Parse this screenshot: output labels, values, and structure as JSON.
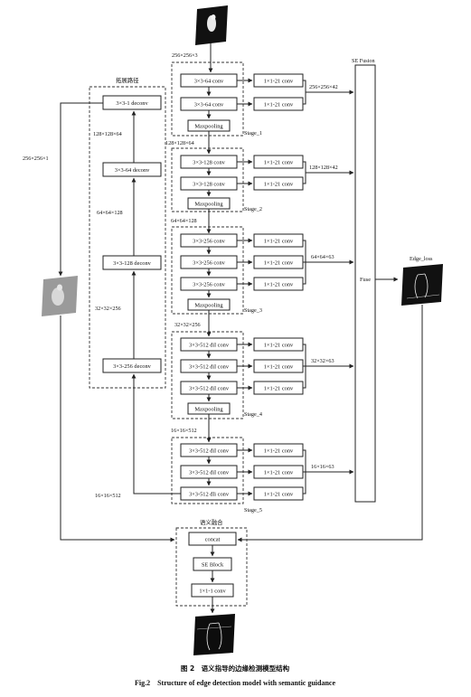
{
  "groups": {
    "expand_path": "拓展路径",
    "se_fusion": "SE Fusion",
    "semantic_fusion": "语义融合",
    "edge_loss": "Edge_loss"
  },
  "sizes": {
    "input": "256×256×3",
    "skip_top": "256×256×1",
    "s1_out": "128×128×64",
    "s2_out": "64×64×128",
    "s3_out": "32×32×256",
    "s4_out": "16×16×512",
    "side1": "256×256×42",
    "side2": "128×128×42",
    "side3": "64×64×63",
    "side4": "32×32×63",
    "side5": "16×16×63",
    "exp1": "128×128×64",
    "exp2": "64×64×128",
    "exp3": "32×32×256",
    "exp4": "16×16×512"
  },
  "stages": {
    "s1": {
      "label": "Stage_1",
      "convs": [
        "3×3-64 conv",
        "3×3-64 conv"
      ],
      "pool": "Maxpooling"
    },
    "s2": {
      "label": "Stage_2",
      "convs": [
        "3×3-128 conv",
        "3×3-128 conv"
      ],
      "pool": "Maxpooling"
    },
    "s3": {
      "label": "Stage_3",
      "convs": [
        "3×3-256 conv",
        "3×3-256 conv",
        "3×3-256 conv"
      ],
      "pool": "Maxpooling"
    },
    "s4": {
      "label": "Stage_4",
      "convs": [
        "3×3-512 dil conv",
        "3×3-512 dil conv",
        "3×3-512 dil conv"
      ],
      "pool": "Maxpooling"
    },
    "s5": {
      "label": "Stage_5",
      "convs": [
        "3×3-512 dil conv",
        "3×3-512 dil conv",
        "3×3-512 dli conv"
      ]
    }
  },
  "side_conv": "1×1-21 conv",
  "deconvs": [
    "3×3-1 deconv",
    "3×3-64 deconv",
    "3×3-128 deconv",
    "3×3-256 deconv"
  ],
  "fuse": "Fuse",
  "fusion": {
    "concat": "concat",
    "se_block": "SE Block",
    "conv": "1×1-1 conv"
  },
  "caption": {
    "cn": "图 2　语义指导的边缘检测模型结构",
    "en": "Fig.2　Structure of edge detection model with semantic guidance"
  },
  "colors": {
    "line": "#222222",
    "image_dark": "#111111",
    "image_gray": "#9a9a9a"
  }
}
